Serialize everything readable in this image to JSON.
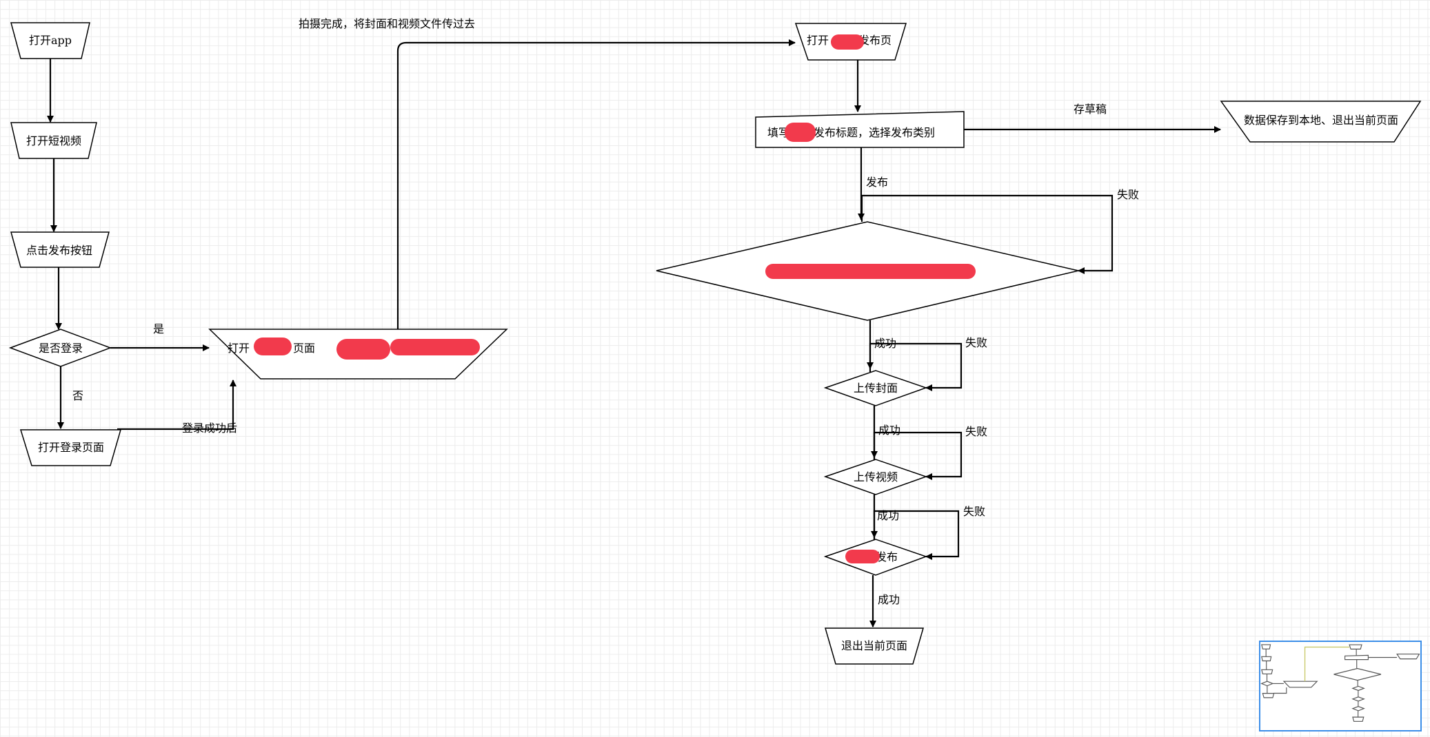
{
  "nodes": {
    "open_app": "打开app",
    "open_short_video": "打开短视频",
    "click_publish": "点击发布按钮",
    "is_logged_in": "是否登录",
    "open_login": "打开登录页面",
    "open_shoot": "打开",
    "open_shoot_2": "页面",
    "open_publish_page": "打开",
    "open_publish_page_2": "发布页",
    "fill_title": "填写",
    "fill_title_2": "发布标题，选择发布类别",
    "save_local": "数据保存到本地、退出当前页面",
    "upload_cover": "上传封面",
    "upload_video": "上传视频",
    "publish": "发布",
    "exit_page": "退出当前页面"
  },
  "edges": {
    "yes": "是",
    "no": "否",
    "after_login": "登录成功后",
    "shoot_done": "拍摄完成，将封面和视频文件传过去",
    "save_draft": "存草稿",
    "publish": "发布",
    "fail_1": "失败",
    "success_1": "成功",
    "fail_2": "失败",
    "success_2": "成功",
    "fail_3": "失败",
    "success_3": "成功",
    "fail_4": "失败",
    "success_4": "成功"
  }
}
